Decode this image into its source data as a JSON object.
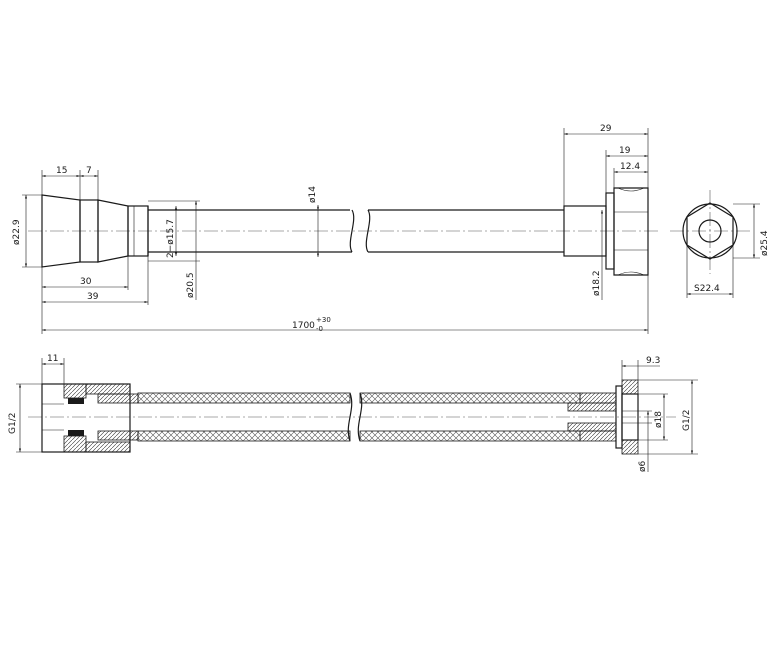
{
  "drawing": {
    "top_view": {
      "dims": {
        "d15": "15",
        "d7": "7",
        "d22_9": "ø22.9",
        "d2_15_7": "2−ø15.7",
        "d20_5": "ø20.5",
        "d14": "ø14",
        "d30": "30",
        "d39": "39",
        "length_main": "1700",
        "length_tol_upper": "+30",
        "length_tol_lower": "-0",
        "d29": "29",
        "d19": "19",
        "d12_4": "12.4",
        "d18_2": "ø18.2",
        "d25_4": "ø25.4",
        "s22_4": "S22.4"
      }
    },
    "section_view": {
      "dims": {
        "d11": "11",
        "g_left": "G1/2",
        "d9_3": "9.3",
        "d18": "ø18",
        "g_right": "G1/2",
        "d6": "ø6"
      }
    }
  }
}
